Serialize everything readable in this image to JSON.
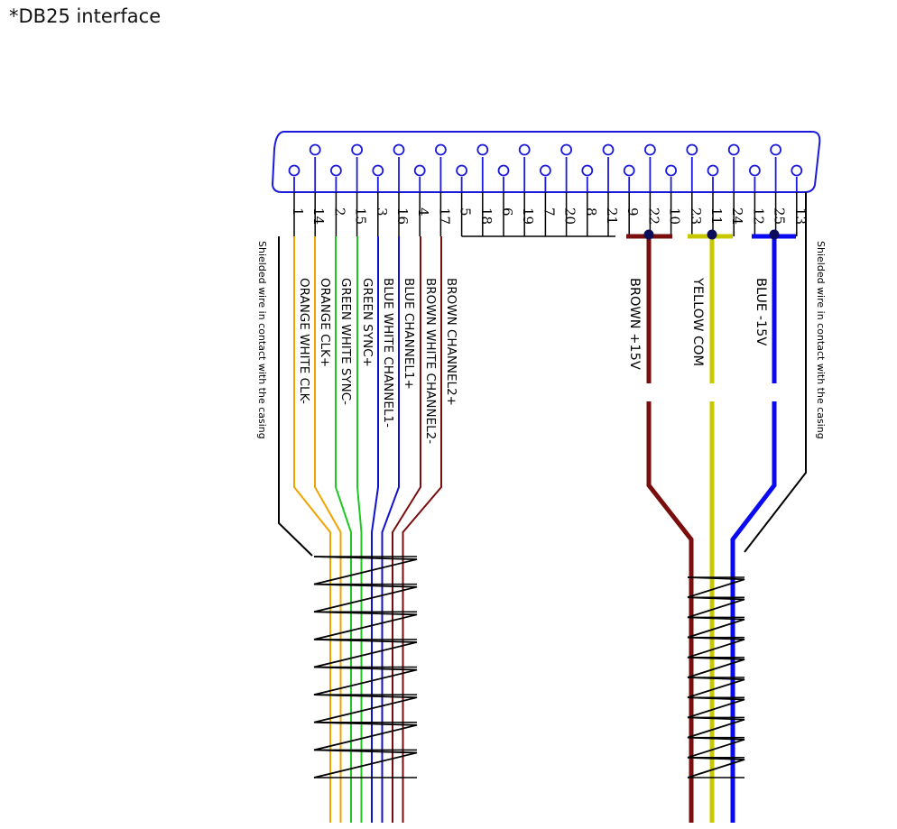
{
  "title": "*DB25 interface",
  "colors": {
    "connector": "#1a1adb",
    "orange": "#f0a400",
    "green": "#1ec81e",
    "blue": "#1010d0",
    "brown": "#7a0d0d",
    "yellow": "#c8c800",
    "power_blue": "#0a0af0",
    "shield": "#000000",
    "junction": "#0c0c5a"
  },
  "pin_labels": [
    "1",
    "14",
    "2",
    "15",
    "3",
    "16",
    "4",
    "17",
    "5",
    "18",
    "6",
    "19",
    "7",
    "20",
    "8",
    "21",
    "9",
    "22",
    "10",
    "23",
    "11",
    "24",
    "12",
    "25",
    "13"
  ],
  "signal_wires": [
    {
      "pin": "1",
      "label": "ORANGE WHITE CLK-",
      "color": "orange"
    },
    {
      "pin": "14",
      "label": "ORANGE CLK+",
      "color": "orange"
    },
    {
      "pin": "2",
      "label": "GREEN WHITE SYNC-",
      "color": "green"
    },
    {
      "pin": "15",
      "label": "GREEN SYNC+",
      "color": "green"
    },
    {
      "pin": "3",
      "label": "BLUE WHITE CHANNEL1-",
      "color": "blue"
    },
    {
      "pin": "16",
      "label": "BLUE CHANNEL1+",
      "color": "blue"
    },
    {
      "pin": "4",
      "label": "BROWN WHITE CHANNEL2-",
      "color": "brown"
    },
    {
      "pin": "17",
      "label": "BROWN CHANNEL2+",
      "color": "brown"
    }
  ],
  "power_wires": [
    {
      "pins": [
        "9",
        "22"
      ],
      "label": "BROWN +15V",
      "color": "brown"
    },
    {
      "pins": [
        "23",
        "11"
      ],
      "label": "YELLOW COM",
      "color": "yellow"
    },
    {
      "pins": [
        "12",
        "25"
      ],
      "label": "BLUE -15V",
      "color": "power_blue"
    }
  ],
  "shield_left_label": "Shielded wire in contact with the casing",
  "shield_right_label": "Shielded wire in contact with the casing"
}
